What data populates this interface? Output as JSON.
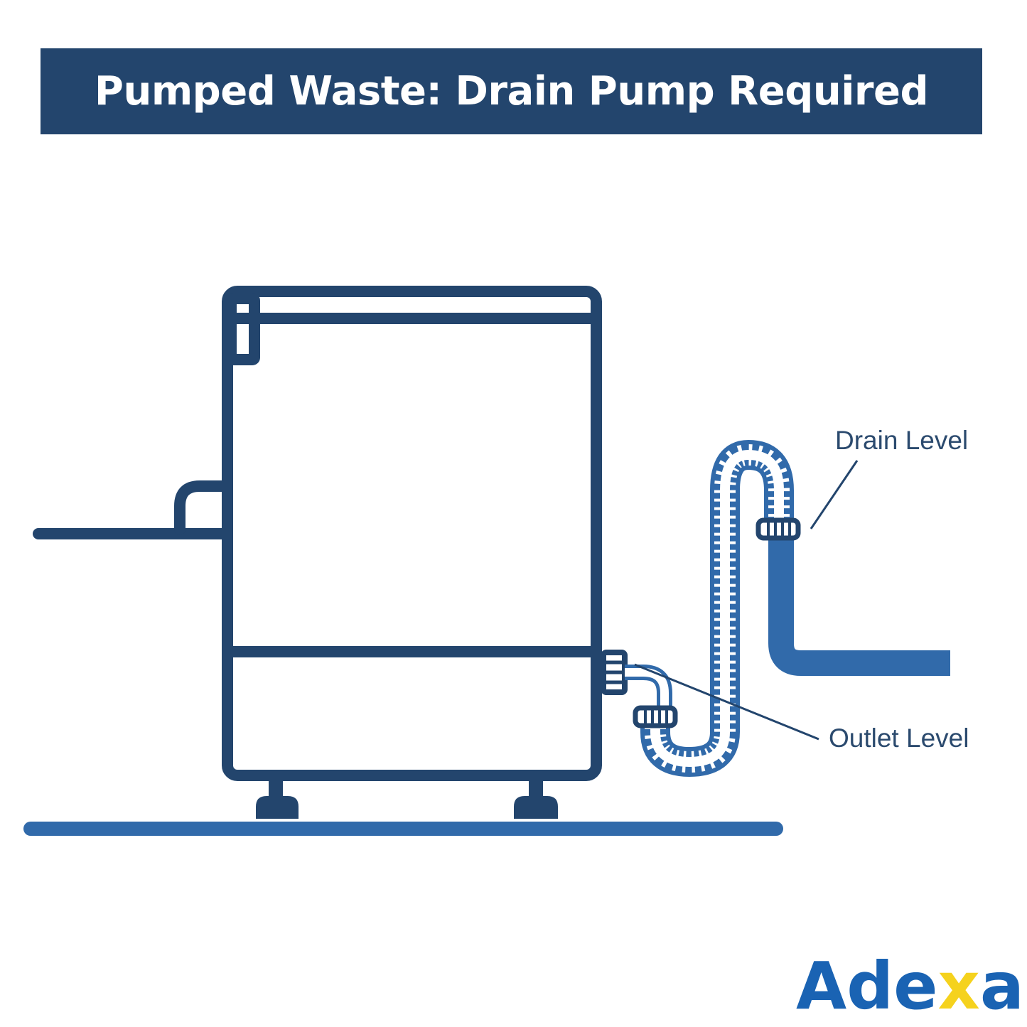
{
  "title": "Pumped Waste: Drain Pump Required",
  "labels": {
    "drain_level": "Drain Level",
    "outlet_level": "Outlet Level"
  },
  "brand": {
    "name": "Adexa",
    "part_a": "Ad",
    "part_e": "e",
    "part_x": "x",
    "part_a2": "a"
  },
  "colors": {
    "banner": "#23456d",
    "outline": "#23456d",
    "hose": "#316aaa",
    "floor": "#316aaa",
    "brand_blue": "#1a63b3",
    "brand_yellow": "#f5d21d"
  }
}
